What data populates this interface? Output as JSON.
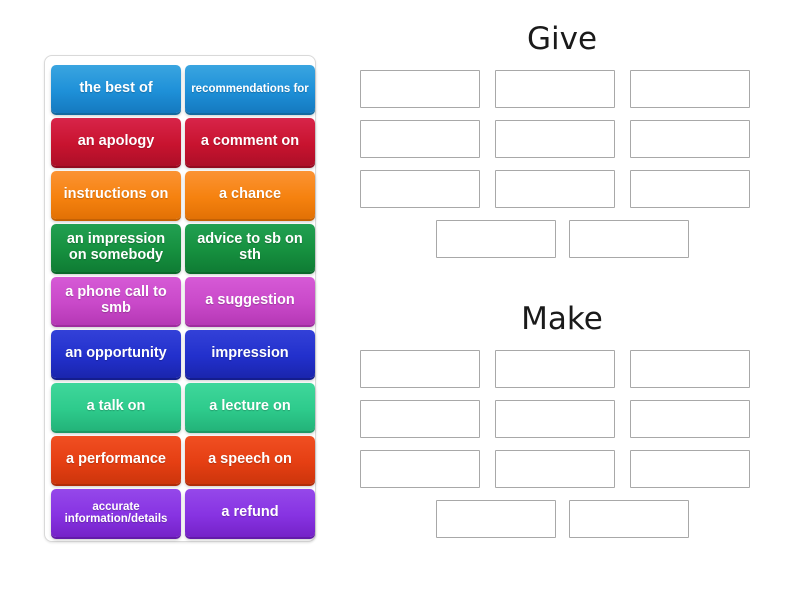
{
  "activity": {
    "type": "group-sort",
    "tile_panel_name": "word-tiles-panel"
  },
  "tiles": [
    {
      "id": 1,
      "label": "the best of",
      "color": "#1e90d8",
      "color_name": "blue",
      "size": "normal"
    },
    {
      "id": 2,
      "label": "recommendations for",
      "color": "#1e90d8",
      "color_name": "blue",
      "size": "small"
    },
    {
      "id": 3,
      "label": "an apology",
      "color": "#c8132f",
      "color_name": "red",
      "size": "normal"
    },
    {
      "id": 4,
      "label": "a comment on",
      "color": "#c8132f",
      "color_name": "red",
      "size": "normal"
    },
    {
      "id": 5,
      "label": "instructions on",
      "color": "#f6820f",
      "color_name": "orange",
      "size": "normal"
    },
    {
      "id": 6,
      "label": "a chance",
      "color": "#f6820f",
      "color_name": "orange",
      "size": "normal"
    },
    {
      "id": 7,
      "label": "an impression on somebody",
      "color": "#16903f",
      "color_name": "green",
      "size": "normal"
    },
    {
      "id": 8,
      "label": "advice to sb on sth",
      "color": "#16903f",
      "color_name": "green",
      "size": "normal"
    },
    {
      "id": 9,
      "label": "a phone call to smb",
      "color": "#c949c9",
      "color_name": "magenta",
      "size": "normal"
    },
    {
      "id": 10,
      "label": "a suggestion",
      "color": "#c949c9",
      "color_name": "magenta",
      "size": "normal"
    },
    {
      "id": 11,
      "label": "an opportunity",
      "color": "#2230cc",
      "color_name": "darkblue",
      "size": "normal"
    },
    {
      "id": 12,
      "label": "impression",
      "color": "#2230cc",
      "color_name": "darkblue",
      "size": "normal"
    },
    {
      "id": 13,
      "label": "a talk on",
      "color": "#2ecb8c",
      "color_name": "seagreen",
      "size": "normal"
    },
    {
      "id": 14,
      "label": "a lecture on",
      "color": "#2ecb8c",
      "color_name": "seagreen",
      "size": "normal"
    },
    {
      "id": 15,
      "label": "a performance",
      "color": "#e53f13",
      "color_name": "orangered",
      "size": "normal"
    },
    {
      "id": 16,
      "label": "a speech on",
      "color": "#e53f13",
      "color_name": "orangered",
      "size": "normal"
    },
    {
      "id": 17,
      "label": "accurate information/details",
      "color": "#8733e2",
      "color_name": "violet",
      "size": "small"
    },
    {
      "id": 18,
      "label": "a refund",
      "color": "#8733e2",
      "color_name": "violet",
      "size": "normal"
    }
  ],
  "sections": [
    {
      "key": "give",
      "title": "Give",
      "rows": [
        {
          "slots": [
            "",
            "",
            ""
          ],
          "align": "left"
        },
        {
          "slots": [
            "",
            "",
            ""
          ],
          "align": "left"
        },
        {
          "slots": [
            "",
            "",
            ""
          ],
          "align": "left"
        },
        {
          "slots": [
            "",
            ""
          ],
          "align": "center"
        }
      ]
    },
    {
      "key": "make",
      "title": "Make",
      "rows": [
        {
          "slots": [
            "",
            "",
            ""
          ],
          "align": "left"
        },
        {
          "slots": [
            "",
            "",
            ""
          ],
          "align": "left"
        },
        {
          "slots": [
            "",
            "",
            ""
          ],
          "align": "left"
        },
        {
          "slots": [
            "",
            ""
          ],
          "align": "center"
        }
      ]
    }
  ],
  "colors": {
    "background": "#ffffff",
    "panel_border": "#d9d9d9",
    "slot_border": "#a8a8a8",
    "title_text": "#1a1a1a",
    "tile_text": "#ffffff"
  }
}
